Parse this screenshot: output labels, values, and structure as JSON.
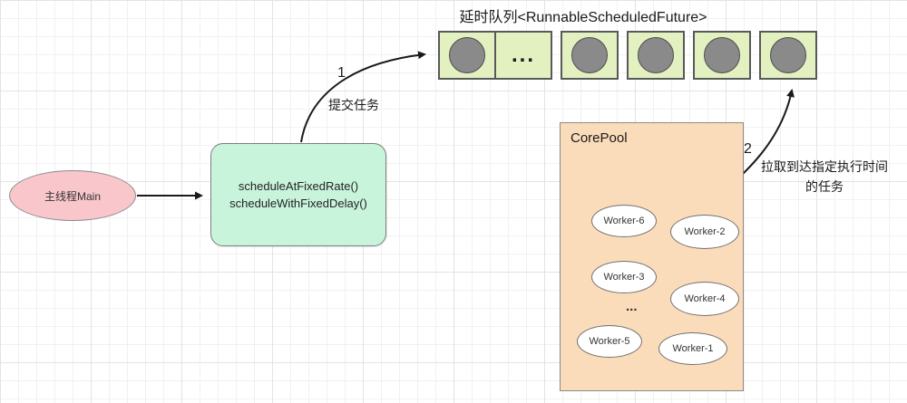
{
  "diagram": {
    "queue": {
      "title": "延时队列<RunnableScheduledFuture>",
      "ellipsis": "...",
      "cell_fill": "#e3f1c1",
      "circle_fill": "#8a8a8a",
      "cells": [
        "circle",
        "dots",
        "circle",
        "circle",
        "circle",
        "circle"
      ]
    },
    "main_thread": {
      "label": "主线程Main",
      "fill": "#f9c6cb"
    },
    "scheduler": {
      "line1": "scheduleAtFixedRate()",
      "line2": "scheduleWithFixedDelay()",
      "fill": "#c9f4dc"
    },
    "flow1": {
      "number": "1",
      "label": "提交任务"
    },
    "flow2": {
      "number": "2",
      "label": "拉取到达指定执行时间的任务"
    },
    "corepool": {
      "title": "CorePool",
      "fill": "#fbdcba",
      "ellipsis": "...",
      "workers": [
        {
          "label": "Worker-6"
        },
        {
          "label": "Worker-2"
        },
        {
          "label": "Worker-3"
        },
        {
          "label": "Worker-4"
        },
        {
          "label": "Worker-5"
        },
        {
          "label": "Worker-1"
        }
      ]
    }
  }
}
